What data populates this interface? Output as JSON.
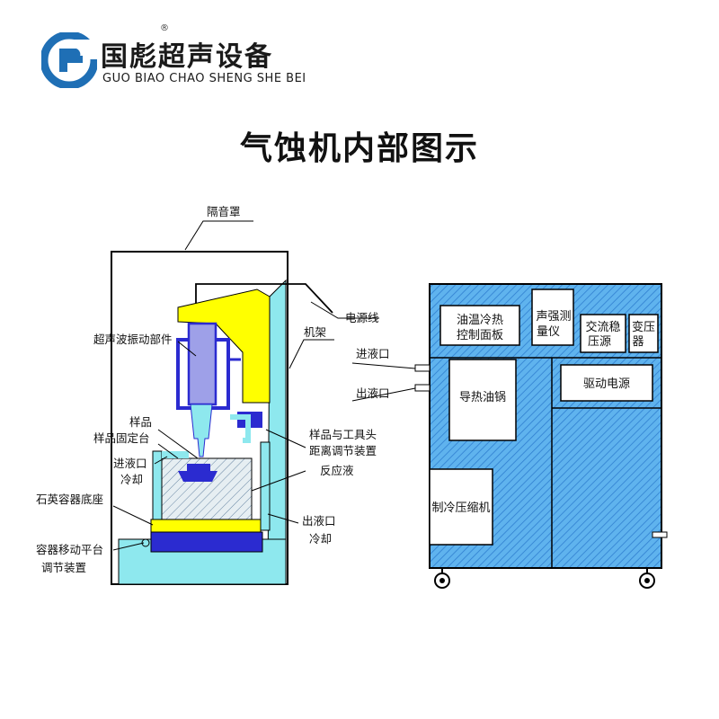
{
  "brand": {
    "name_cn": "国彪超声设备",
    "name_en": "GUO BIAO CHAO SHENG SHE BEI",
    "registered_mark": "®"
  },
  "title": "气蚀机内部图示",
  "left_labels": {
    "hood": "隔音罩",
    "power_line": "电源线",
    "frame": "机架",
    "ultrasonic_part": "超声波振动部件",
    "inlet": "进液口",
    "outlet": "出液口",
    "sample": "样品",
    "sample_holder": "样品固定台",
    "inlet_cooling_1": "进液口",
    "inlet_cooling_2": "冷却",
    "distance_adjust_1": "样品与工具头",
    "distance_adjust_2": "距离调节装置",
    "reaction_liquid": "反应液",
    "quartz_base": "石英容器底座",
    "outlet_cooling_1": "出液口",
    "outlet_cooling_2": "冷却",
    "platform_1": "容器移动平台",
    "platform_2": "调节装置"
  },
  "right_cabinet": {
    "oil_temp_panel_1": "油温冷热",
    "oil_temp_panel_2": "控制面板",
    "acoustic_meter_1": "声强测",
    "acoustic_meter_2": "量仪",
    "ac_stabilizer_1": "交流稳",
    "ac_stabilizer_2": "压源",
    "transformer_1": "变压",
    "transformer_2": "器",
    "oil_pot": "导热油锅",
    "drive_power": "驱动电源",
    "compressor": "制冷压缩机"
  },
  "colors": {
    "brand_blue": "#1f6fb5",
    "yellow": "#ffff00",
    "cyan": "#8ee8ee",
    "machine_blue": "#2b2bd0",
    "cabinet_blue": "#5fb3ee"
  }
}
